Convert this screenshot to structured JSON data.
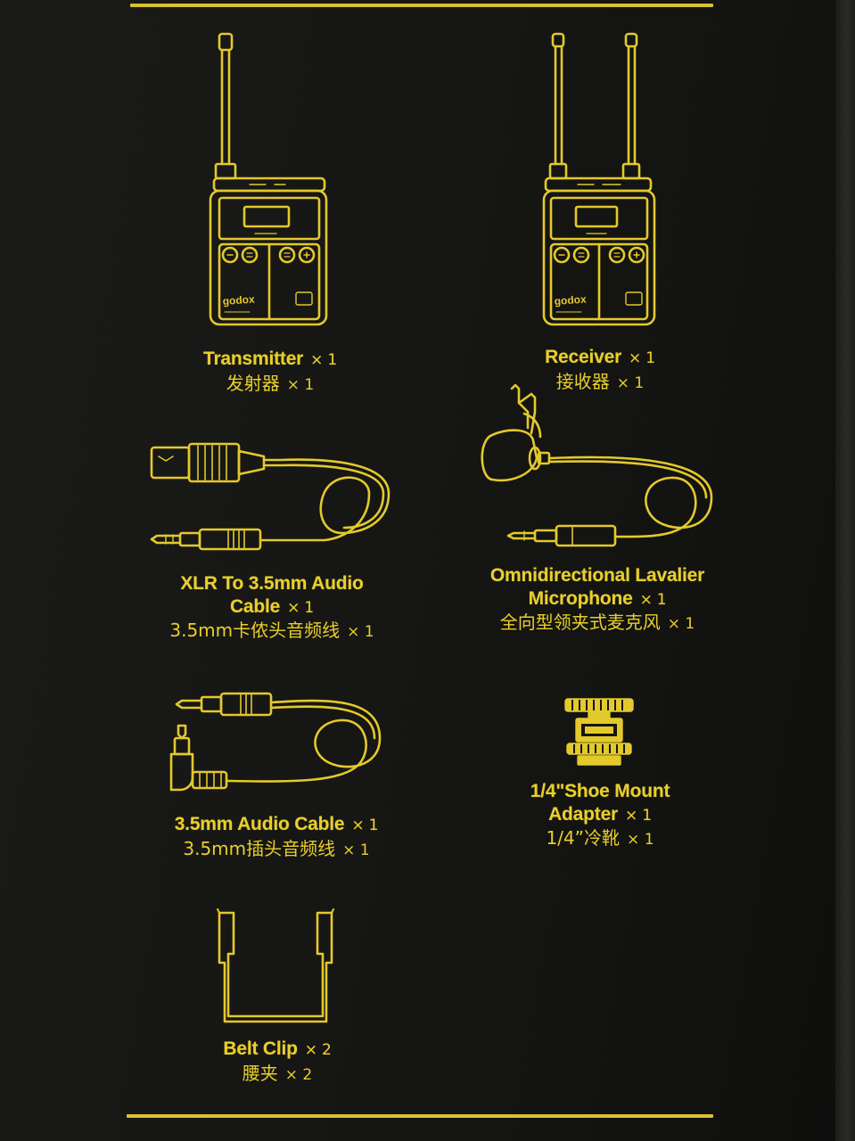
{
  "colors": {
    "background": "#151513",
    "accent_yellow": "#e8cf2c",
    "rule_yellow": "#d9c230"
  },
  "items": [
    {
      "icon": "transmitter-icon",
      "name_en": [
        "Transmitter"
      ],
      "qty_en": "× 1",
      "name_cn": "发射器",
      "qty_cn": "× 1"
    },
    {
      "icon": "receiver-icon",
      "name_en": [
        "Receiver"
      ],
      "qty_en": "× 1",
      "name_cn": "接收器",
      "qty_cn": "× 1"
    },
    {
      "icon": "xlr-cable-icon",
      "name_en": [
        "XLR To 3.5mm Audio",
        "Cable"
      ],
      "qty_en": "× 1",
      "name_cn": "3.5mm卡侬头音频线",
      "qty_cn": "× 1"
    },
    {
      "icon": "lavalier-microphone-icon",
      "name_en": [
        "Omnidirectional Lavalier",
        "Microphone"
      ],
      "qty_en": "× 1",
      "name_cn": "全向型领夹式麦克风",
      "qty_cn": "× 1"
    },
    {
      "icon": "audio-cable-icon",
      "name_en": [
        "3.5mm Audio Cable"
      ],
      "qty_en": "× 1",
      "name_cn": "3.5mm插头音频线",
      "qty_cn": "× 1"
    },
    {
      "icon": "shoe-mount-adapter-icon",
      "name_en": [
        "1/4\"Shoe Mount",
        "Adapter"
      ],
      "qty_en": "× 1",
      "name_cn": "1/4”冷靴",
      "qty_cn": "× 1"
    },
    {
      "icon": "belt-clip-icon",
      "name_en": [
        "Belt Clip"
      ],
      "qty_en": "× 2",
      "name_cn": "腰夹",
      "qty_cn": "× 2"
    }
  ],
  "device_labels": {
    "brand": "godox"
  }
}
